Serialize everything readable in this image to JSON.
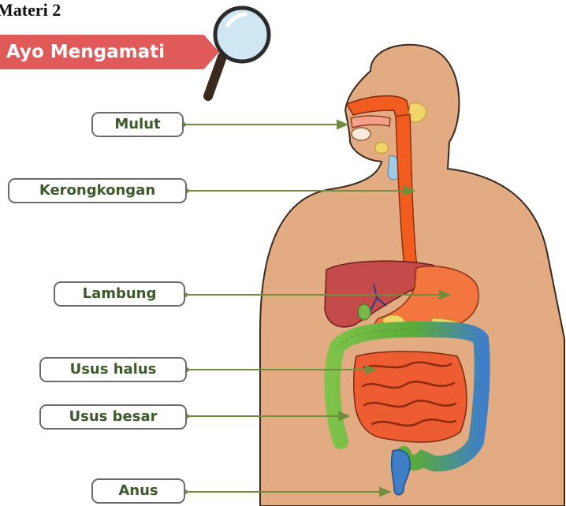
{
  "header": {
    "materi": "Materi 2",
    "banner": "Ayo Mengamati"
  },
  "labels": {
    "mulut": "Mulut",
    "kerongkongan": "Kerongkongan",
    "lambung": "Lambung",
    "usus_halus": "Usus halus",
    "usus_besar": "Usus besar",
    "anus": "Anus"
  },
  "icons": {
    "magnifier": "magnifying-glass-icon"
  },
  "colors": {
    "skin": "#e2ab82",
    "esophagus": "#f25c1e",
    "stomach": "#f3763e",
    "liver": "#c54a4a",
    "small_intestine": "#ee5d32",
    "large_intestine": "#79c24a",
    "anus": "#3f7fc7",
    "arrow": "#6f8e3c",
    "banner": "#e05a5a"
  }
}
